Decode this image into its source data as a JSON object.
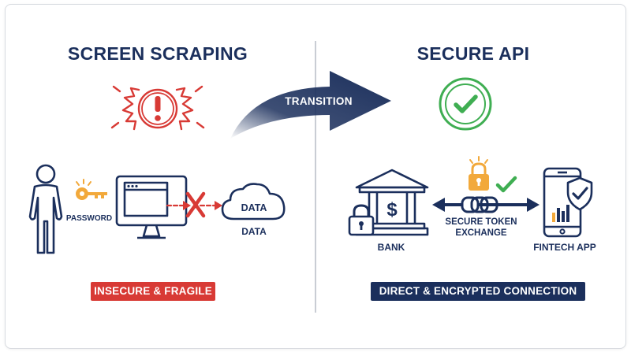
{
  "left_panel": {
    "title": "SCREEN SCRAPING",
    "password_label": "PASSWORD",
    "cloud_label": "DATA",
    "data_label": "DATA",
    "badge": "INSECURE & FRAGILE"
  },
  "transition": {
    "label": "TRANSITION"
  },
  "right_panel": {
    "title": "SECURE API",
    "bank_label": "BANK",
    "token_label_line1": "SECURE TOKEN",
    "token_label_line2": "EXCHANGE",
    "fintech_label": "FINTECH APP",
    "badge": "DIRECT & ENCRYPTED CONNECTION"
  },
  "colors": {
    "navy": "#1b2f5c",
    "red": "#d83a35",
    "green": "#3fae52",
    "gold": "#f2a93b",
    "divider": "#c9cdd4"
  },
  "icons": {
    "left_alert": "warning-burst-icon",
    "right_check": "check-badge-icon",
    "person": "person-icon",
    "key": "key-icon",
    "monitor": "monitor-icon",
    "cross": "blocked-x-icon",
    "cloud": "cloud-icon",
    "bank": "bank-icon",
    "lock": "padlock-icon",
    "chain": "chain-link-icon",
    "phone": "smartphone-icon",
    "shield": "shield-check-icon"
  }
}
